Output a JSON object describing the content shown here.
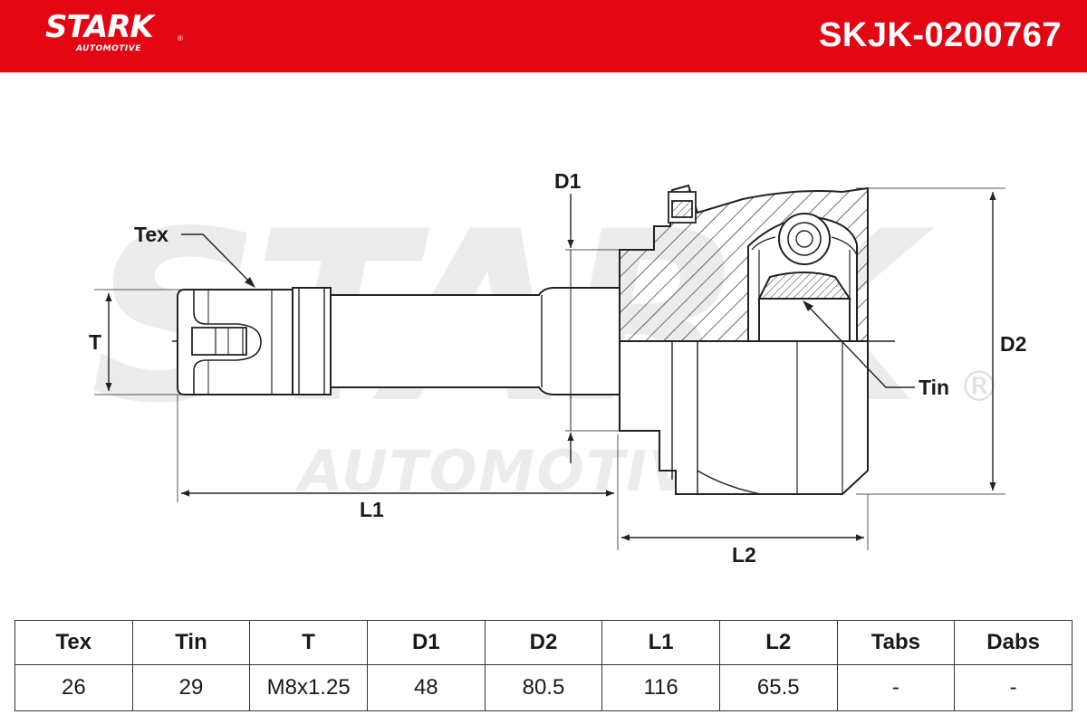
{
  "header": {
    "brand": "STARK",
    "brand_sub": "AUTOMOTIVE",
    "registered_mark": "®",
    "part_number": "SKJK-0200767",
    "color": "#e30613"
  },
  "watermark": {
    "main": "STARK",
    "sub": "AUTOMOTIVE",
    "registered_mark": "®"
  },
  "diagram": {
    "labels": {
      "tex": "Tex",
      "tin": "Tin",
      "t": "T",
      "d1": "D1",
      "d2": "D2",
      "l1": "L1",
      "l2": "L2"
    }
  },
  "specs": {
    "headers": [
      "Tex",
      "Tin",
      "T",
      "D1",
      "D2",
      "L1",
      "L2",
      "Tabs",
      "Dabs"
    ],
    "values": [
      "26",
      "29",
      "M8x1.25",
      "48",
      "80.5",
      "116",
      "65.5",
      "-",
      "-"
    ]
  }
}
